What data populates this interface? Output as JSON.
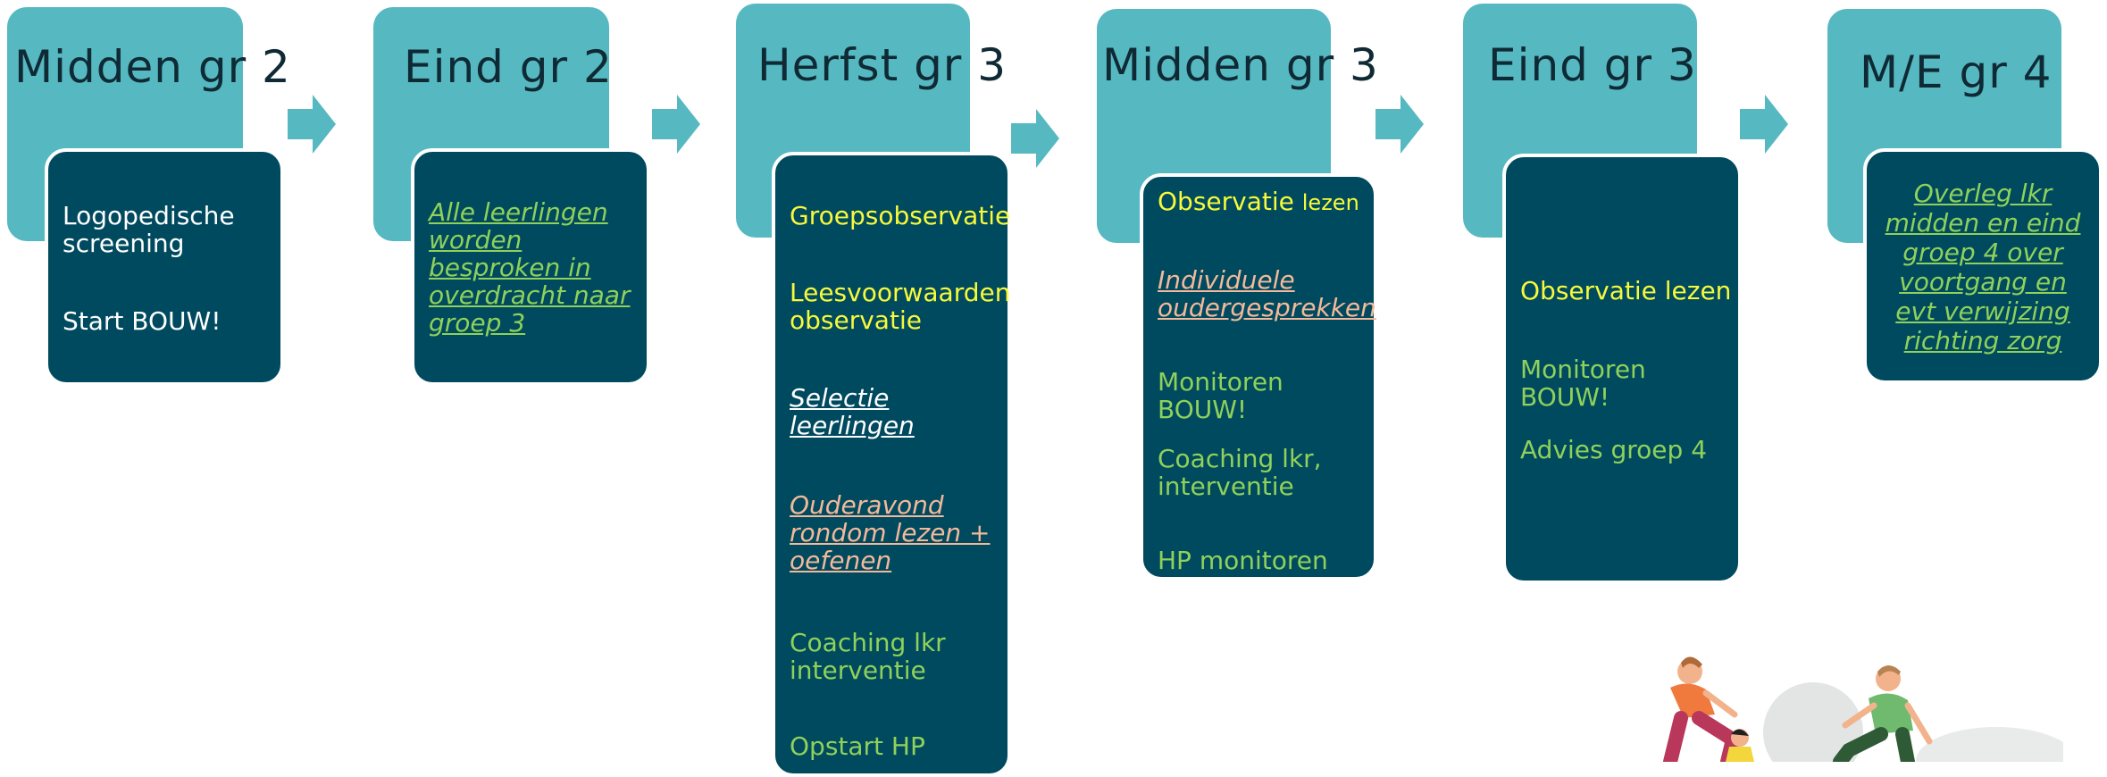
{
  "colors": {
    "header_bg": "#56b9c1",
    "card_bg": "#004a5f",
    "arrow": "#56b9c1",
    "text_yellow": "#f7f93a",
    "text_green": "#8fd15a",
    "text_salmon": "#f4b99a",
    "text_white": "#ffffff"
  },
  "stages": [
    {
      "title": "Midden gr 2",
      "items": [
        {
          "text": "Logopedische screening",
          "color": "white",
          "underline": false
        },
        {
          "text": "Start BOUW!",
          "color": "white",
          "underline": false
        }
      ]
    },
    {
      "title": "Eind gr 2",
      "items": [
        {
          "text": "Alle leerlingen worden besproken in overdracht naar groep 3",
          "color": "green",
          "underline": true
        }
      ]
    },
    {
      "title": "Herfst gr 3",
      "items": [
        {
          "text": "Groepsobservatie",
          "color": "yellow",
          "underline": false
        },
        {
          "text": "Leesvoorwaarden observatie",
          "color": "yellow",
          "underline": false
        },
        {
          "text": "Selectie leerlingen",
          "color": "white",
          "underline": true
        },
        {
          "text": "Ouderavond rondom lezen + oefenen",
          "color": "salmon",
          "underline": true
        },
        {
          "text": "Coaching lkr interventie",
          "color": "green",
          "underline": false
        },
        {
          "text": "Opstart HP",
          "color": "green",
          "underline": false
        }
      ]
    },
    {
      "title": "Midden gr 3",
      "items": [
        {
          "text": "Observatie",
          "suffix": "lezen",
          "color": "yellow",
          "underline": false
        },
        {
          "text": "Individuele oudergesprekken",
          "color": "salmon",
          "underline": true
        },
        {
          "text": "Monitoren BOUW!",
          "color": "green",
          "underline": false
        },
        {
          "text": "Coaching lkr, interventie",
          "color": "green",
          "underline": false
        },
        {
          "text": "HP monitoren",
          "color": "green",
          "underline": false
        }
      ]
    },
    {
      "title": "Eind gr 3",
      "items": [
        {
          "text": "Observatie lezen",
          "color": "yellow",
          "underline": false
        },
        {
          "text": "Monitoren BOUW!",
          "color": "green",
          "underline": false
        },
        {
          "text": "Advies groep 4",
          "color": "green",
          "underline": false
        }
      ]
    },
    {
      "title": "M/E gr 4",
      "items": [
        {
          "text": "Overleg lkr midden en eind groep 4 over voortgang en evt verwijzing richting zorg",
          "color": "green",
          "underline": true
        }
      ]
    }
  ],
  "illustration": {
    "name": "people-pushing-ball-illustration"
  }
}
